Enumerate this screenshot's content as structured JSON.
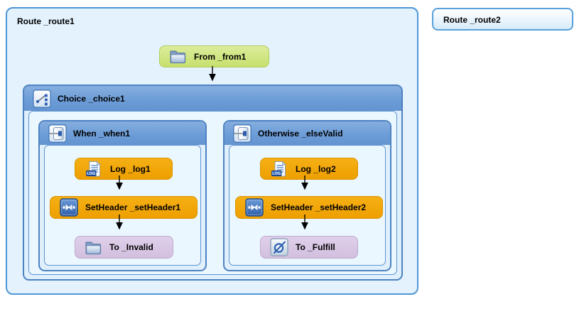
{
  "canvas": {
    "route1": {
      "title": "Route _route1",
      "from": {
        "label": "From _from1"
      },
      "choice": {
        "title": "Choice _choice1",
        "when": {
          "title": "When _when1",
          "log": {
            "label": "Log _log1"
          },
          "set_header": {
            "label": "SetHeader _setHeader1"
          },
          "to": {
            "label": "To _Invalid"
          }
        },
        "otherwise": {
          "title": "Otherwise _elseValid",
          "log": {
            "label": "Log _log2"
          },
          "set_header": {
            "label": "SetHeader _setHeader2"
          },
          "to": {
            "label": "To _Fulfill"
          }
        }
      }
    },
    "route2": {
      "title": "Route _route2"
    }
  },
  "icons": {
    "log_badge_text": "LOG",
    "from_icon": "folder-icon",
    "to_invalid_icon": "folder-icon",
    "to_fulfill_icon": "bean-icon",
    "choice_icon": "choice-branch-icon",
    "when_icon": "filter-pipe-icon",
    "otherwise_icon": "filter-pipe-icon",
    "log_icon": "log-file-icon",
    "set_header_icon": "transform-icon"
  },
  "colors": {
    "route_border": "#4f96d6",
    "route_fill": "#e3f2fd",
    "container_header": "#6d9dd7",
    "container_body": "#eaf7ff",
    "from_node": "#c7e06e",
    "action_node": "#f0a50a",
    "endpoint_node": "#d2bfdf",
    "arrow": "#000000"
  }
}
